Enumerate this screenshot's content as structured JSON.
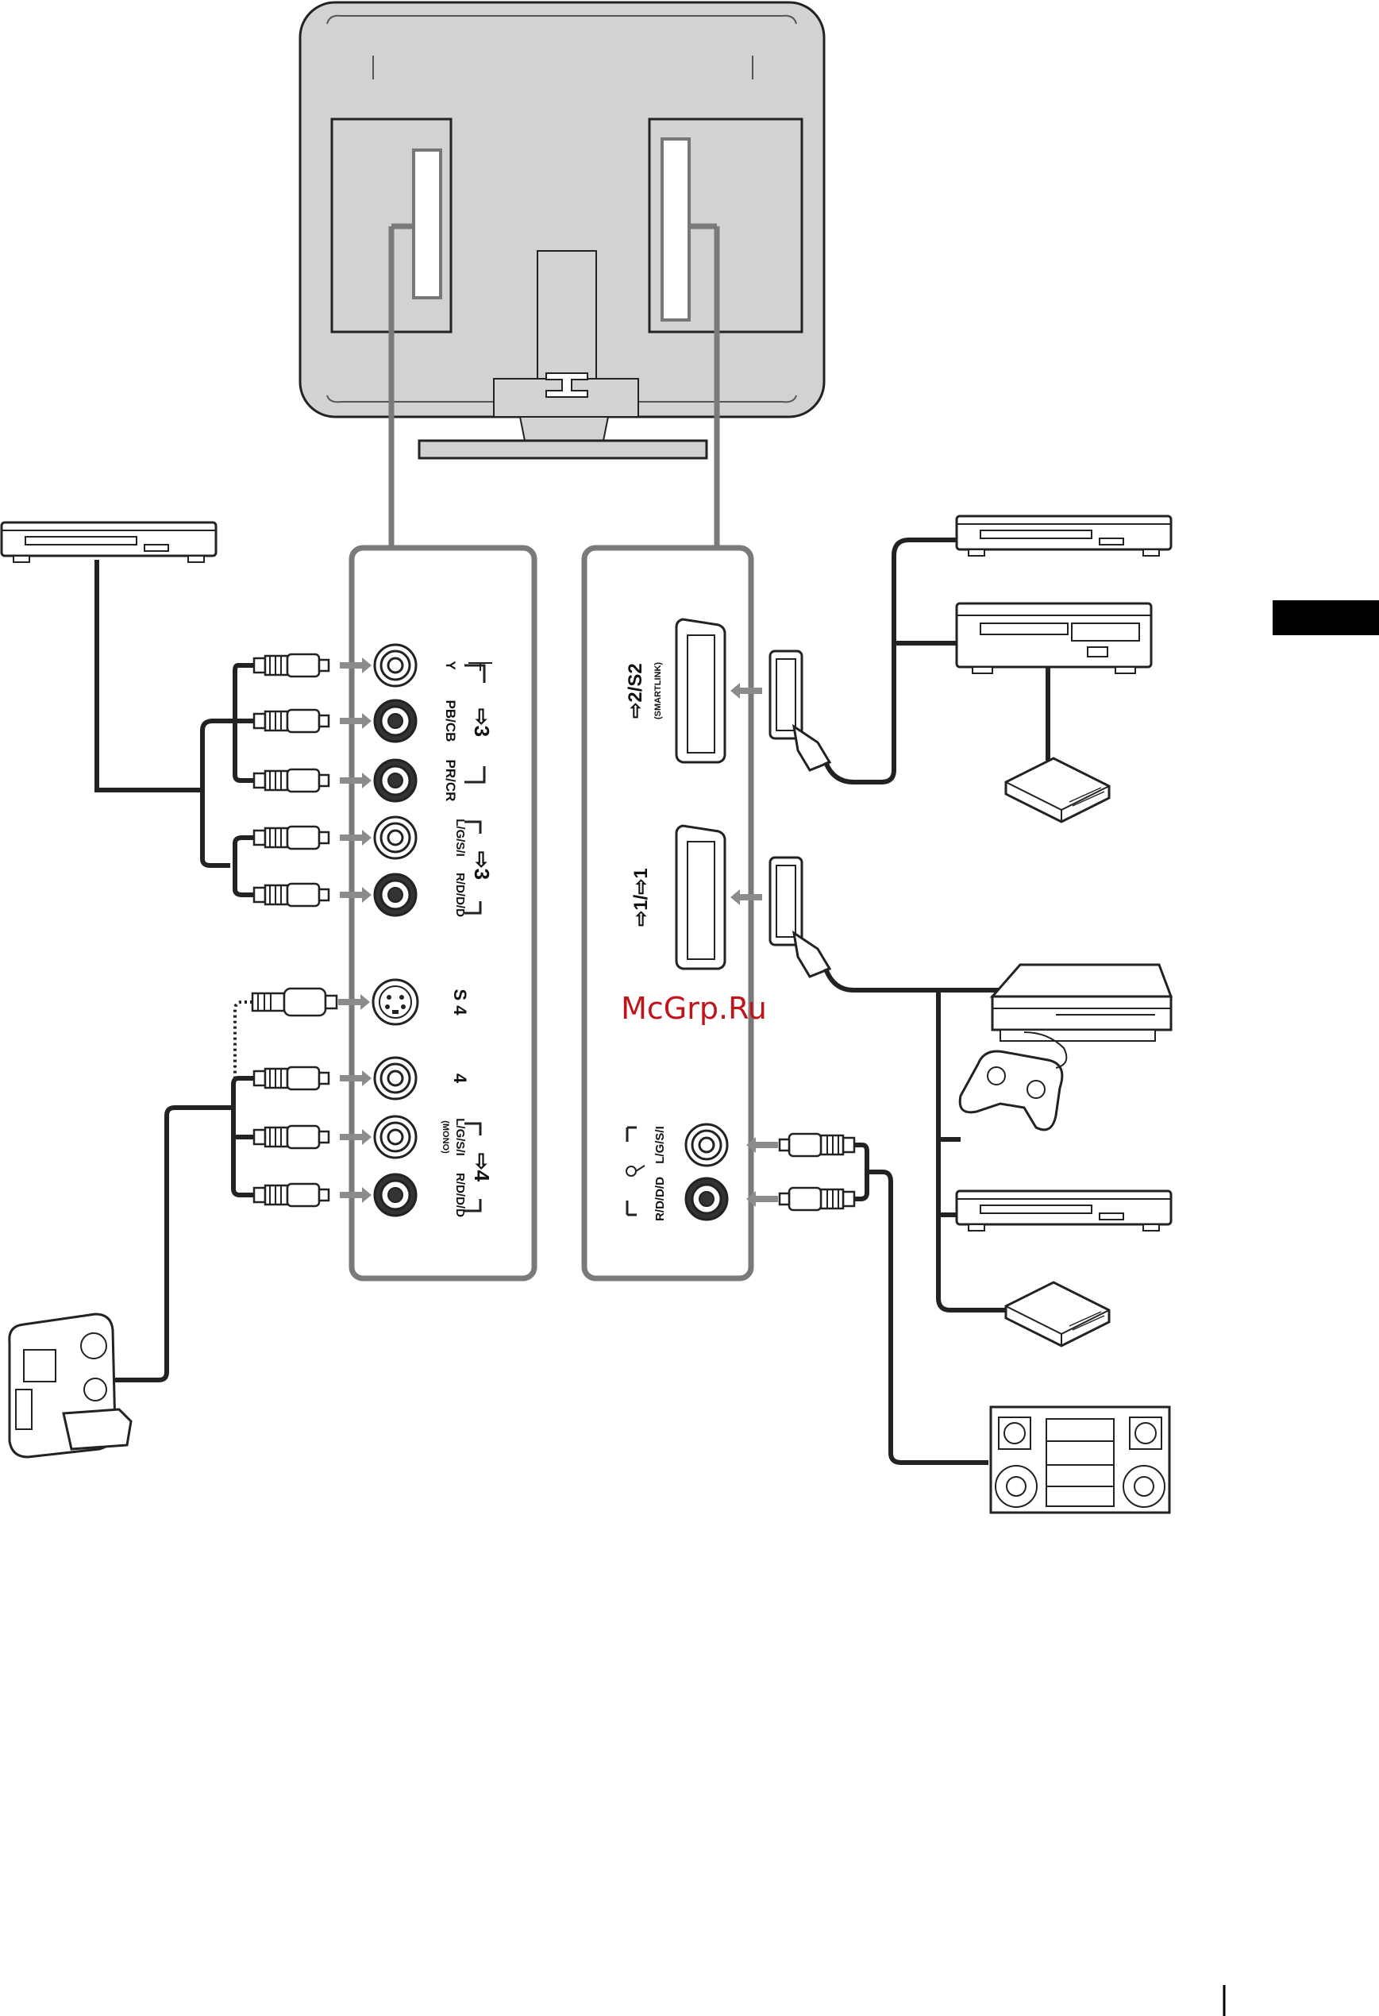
{
  "panel_left": {
    "comp_title": "⇨3",
    "comp_labels": [
      "Y",
      "PB/CB",
      "PR/CR"
    ],
    "audio3_title": "⇨3",
    "audio3_labels": [
      "L/G/S/I",
      "R/D/D/D"
    ],
    "svideo_title": "S 4",
    "video4_title": "4",
    "audio4_title": "⇨4",
    "audio4_labels": [
      "L/G/S/I",
      "R/D/D/D"
    ],
    "audio4_mono": "(MONO)"
  },
  "panel_right": {
    "scart2_title": "⇨2/S2",
    "scart2_sub": "(SMARTLINK)",
    "scart1_title": "⇨1/⇨1",
    "audio_out_labels": [
      "L/G/S/I",
      "R/D/D/D"
    ]
  },
  "watermark": "McGrp.Ru",
  "colors": {
    "tv_body": "#d2d2d2",
    "panel_border": "#7a7a7a",
    "arrow": "#8c8c8c",
    "tab": "#000000",
    "watermark": "#c0141c"
  },
  "icons": [
    "tv-rear-icon",
    "dvd-player-icon",
    "vcr-icon",
    "decoder-icon",
    "game-console-icon",
    "gamepad-icon",
    "camcorder-icon",
    "hifi-system-icon",
    "scart-plug-icon",
    "rca-plug-icon",
    "svideo-plug-icon"
  ]
}
